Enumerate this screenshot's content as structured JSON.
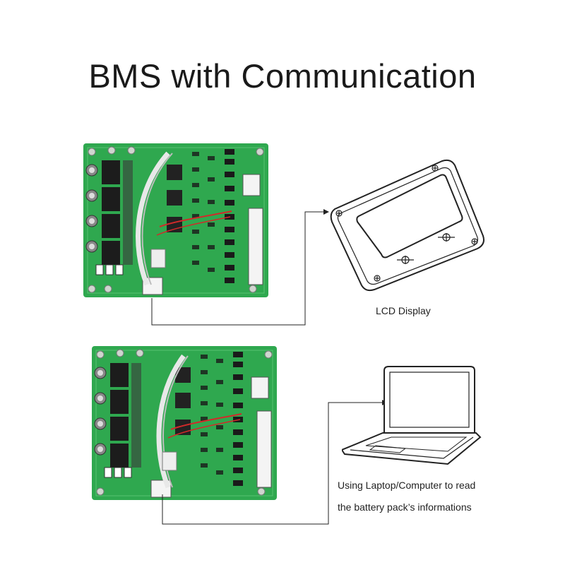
{
  "title": "BMS with Communication",
  "devices": {
    "lcd_label": "LCD Display",
    "laptop_label_line1": "Using Laptop/Computer to read",
    "laptop_label_line2": "the battery pack’s informations"
  },
  "colors": {
    "pcb": "#2fa84f",
    "pcb_dark": "#1e7a37",
    "line": "#222222",
    "wire": "#e8e8e8",
    "wire_red": "#d22a2a"
  },
  "icons": [
    "bms-board",
    "lcd-display-icon",
    "laptop-icon"
  ]
}
